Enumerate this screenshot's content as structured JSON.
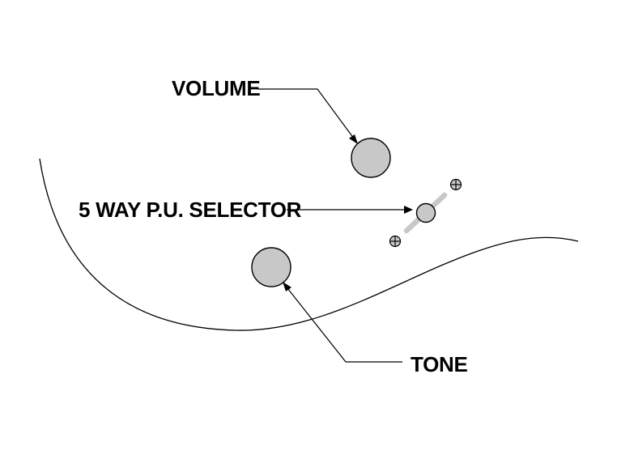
{
  "labels": {
    "volume": "VOLUME",
    "selector": "5 WAY P.U. SELECTOR",
    "tone": "TONE"
  },
  "icons": {
    "volume": "knob-icon",
    "tone": "knob-icon",
    "selector": "toggle-switch-icon",
    "screws": "screw-icon"
  },
  "colors": {
    "knob_fill": "#c8c8c8",
    "line": "#000000",
    "background": "#ffffff"
  }
}
